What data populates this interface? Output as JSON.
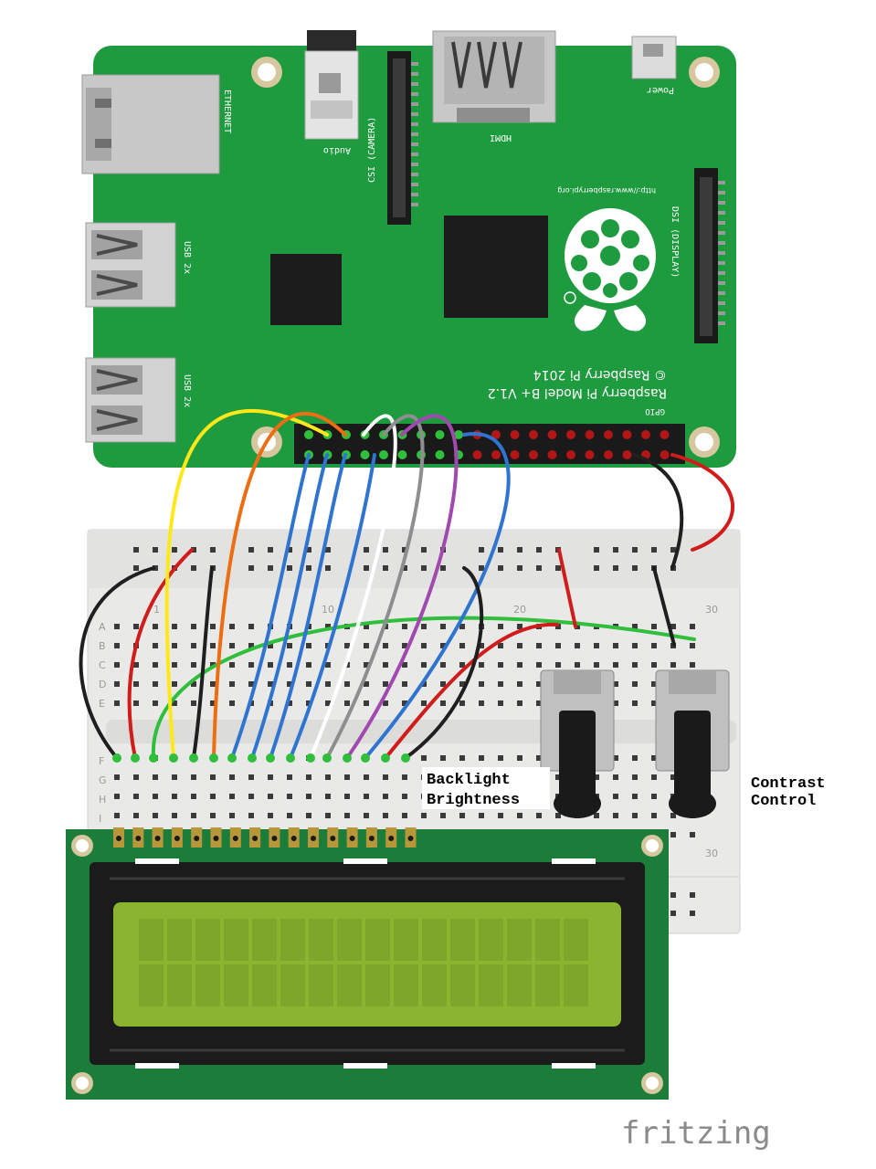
{
  "pi": {
    "ethernet": "ETHERNET",
    "usb_top": "USB 2x",
    "usb_bottom": "USB 2x",
    "audio": "Audio",
    "csi": "CSI (CAMERA)",
    "hdmi": "HDMI",
    "power": "Power",
    "url": "http://www.raspberrypi.org",
    "dsi": "DSI (DISPLAY)",
    "model": "Raspberry Pi Model B+ V1.2",
    "copyright": "© Raspberry Pi 2014",
    "gpio": "GPIO"
  },
  "breadboard": {
    "row_letters": [
      "A",
      "B",
      "C",
      "D",
      "E",
      "F",
      "G",
      "H",
      "I"
    ],
    "col_numbers": [
      "1",
      "10",
      "20",
      "30"
    ],
    "bottom_number": "30"
  },
  "labels": {
    "backlight": [
      "Backlight",
      "Brightness"
    ],
    "contrast": [
      "Contrast",
      "Control"
    ]
  },
  "brand": "fritzing",
  "colors": {
    "pi_board": "#1e9a3f",
    "lcd_board": "#1c7d3a",
    "lcd_screen": "#8ab531",
    "breadboard": "#e8e8e6",
    "wire_blue": "#2f74d0",
    "wire_red": "#d11c1c",
    "wire_black": "#1f1f1f",
    "wire_yellow": "#ffe81a",
    "wire_orange": "#ec6d12",
    "wire_white": "#ffffff",
    "wire_gray": "#8e8e8e",
    "wire_purple": "#a04ab0",
    "wire_green": "#2fbf3c"
  }
}
